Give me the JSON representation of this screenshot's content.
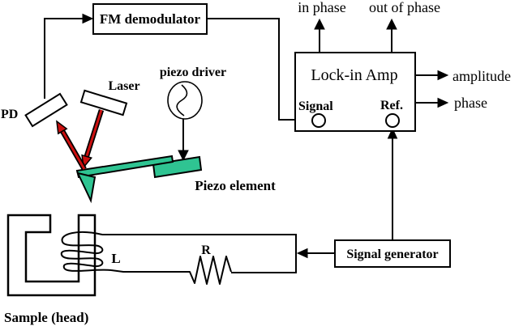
{
  "diagram": {
    "title_implicit": "MFM / recording-head measurement setup block diagram",
    "boxes": {
      "fm_demodulator": "FM demodulator",
      "lockin_amp": "Lock-in Amp",
      "signal_generator": "Signal generator"
    },
    "ports": {
      "signal": "Signal",
      "ref": "Ref."
    },
    "outputs": {
      "in_phase": "in phase",
      "out_of_phase": "out of phase",
      "amplitude": "amplitude",
      "phase": "phase"
    },
    "labels": {
      "pd": "PD",
      "laser": "Laser",
      "piezo_driver": "piezo driver",
      "piezo_element": "Piezo element",
      "sample": "Sample (head)",
      "inductor": "L",
      "resistor": "R"
    },
    "colors": {
      "component_green": "#2fc492",
      "beam_red": "#cc1010",
      "line_black": "#000000",
      "background": "#ffffff"
    }
  }
}
